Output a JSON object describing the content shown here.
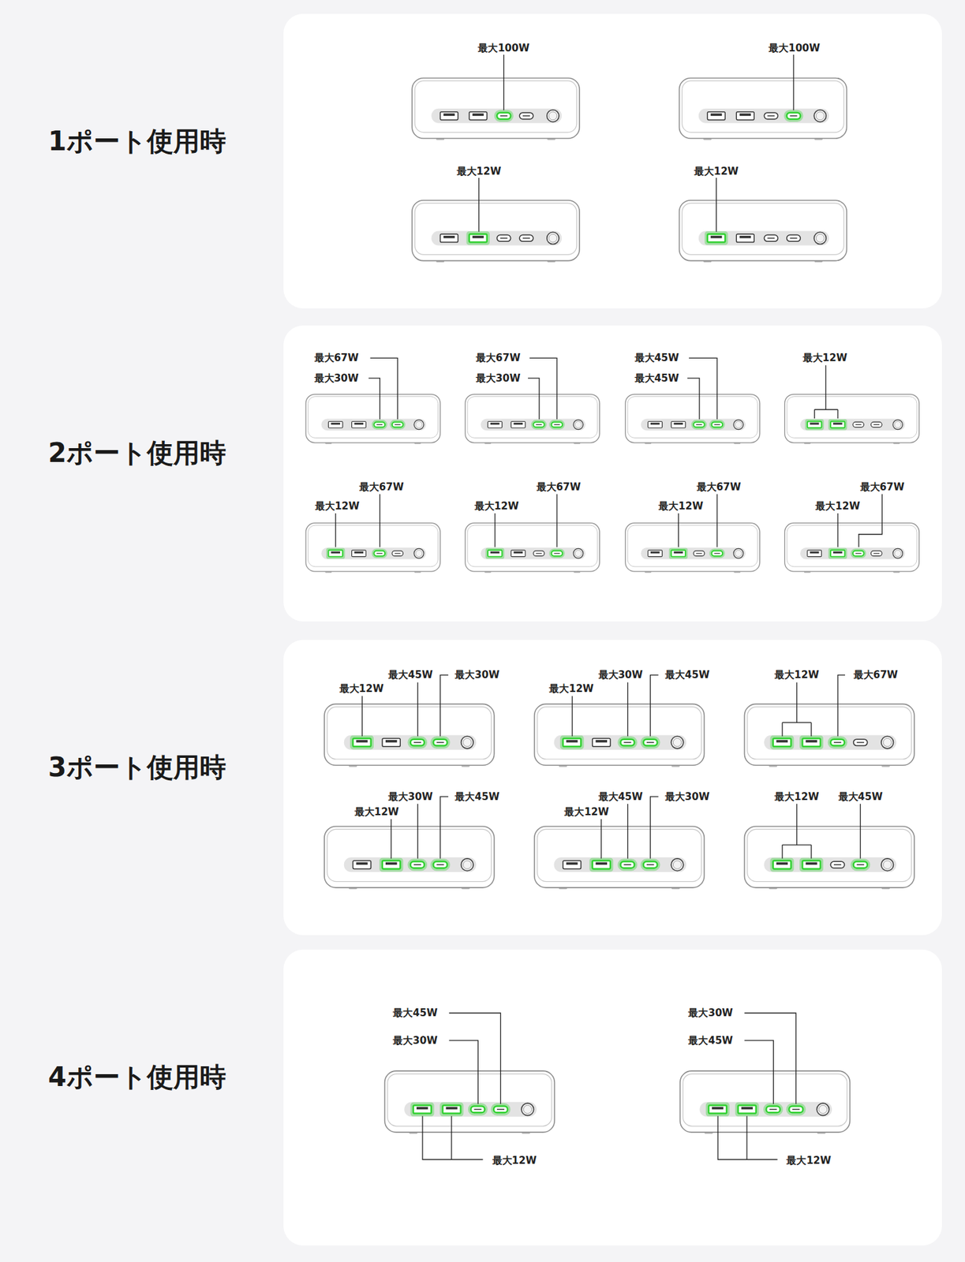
{
  "diagram": {
    "nodes": [
      {
        "text": [
          "1ポート使用時"
        ]
      },
      {
        "text": [
          "2ポート使用時"
        ]
      },
      {
        "text": [
          "3ポート使用時"
        ]
      },
      {
        "text": [
          "4ポート使用時"
        ]
      }
    ],
    "labels": [
      "最大100W",
      "最大100W",
      "最大12W",
      "最大12W",
      "最大67W",
      "最大30W",
      "最大67W",
      "最大30W",
      "最大45W",
      "最大45W",
      "最大12W",
      "最大67W",
      "最大12W",
      "最大67W",
      "最大12W",
      "最大67W",
      "最大12W",
      "最大67W",
      "最大12W",
      "最大45W",
      "最大30W",
      "最大12W",
      "最大30W",
      "最大45W",
      "最大12W",
      "最大12W",
      "最大67W",
      "最大30W",
      "最大45W",
      "最大12W",
      "最大45W",
      "最大30W",
      "最大12W",
      "最大12W",
      "最大45W",
      "最大45W",
      "最大30W",
      "最大12W",
      "最大30W",
      "最大45W",
      "最大12W"
    ]
  }
}
